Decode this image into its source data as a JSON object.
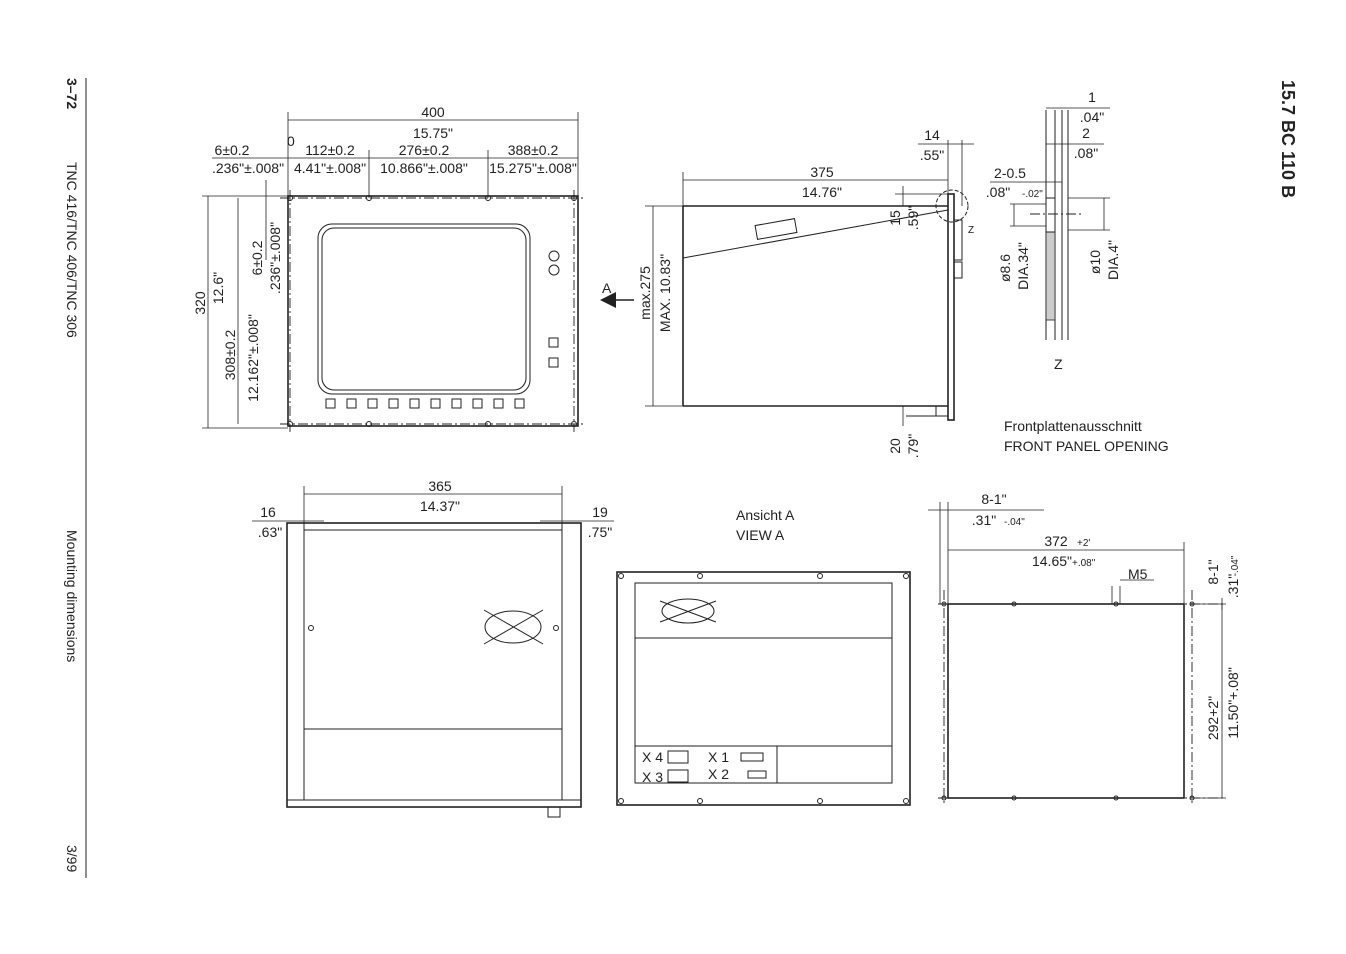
{
  "margin": {
    "page_number": "3–72",
    "manual_title": "TNC 416/TNC 406/TNC 306",
    "section_label": "Mounting dimensions",
    "date": "3/99",
    "heading": "15.7 BC 110 B"
  },
  "front_view": {
    "width_mm": "400",
    "width_in": "15.75\"",
    "origin": "0",
    "off1_mm": "6±0.2",
    "off1_in": ".236\"±.008\"",
    "h1_mm": "112±0.2",
    "h1_in": "4.41\"±.008\"",
    "h2_mm": "276±0.2",
    "h2_in": "10.866\"±.008\"",
    "h3_mm": "388±0.2",
    "h3_in": "15.275\"±.008\"",
    "height_mm": "320",
    "height_in": "12.6\"",
    "vhole_mm": "308±0.2",
    "vhole_in": "12.162\"±.008\"",
    "voff_mm": "6±0.2",
    "voff_in": ".236\"±.008\""
  },
  "side_view": {
    "arrow_label": "A",
    "depth_mm": "375",
    "depth_in": "14.76\"",
    "panel_mm": "14",
    "panel_in": ".55\"",
    "height_label_mm": "max.275",
    "height_label_in": "MAX. 10.83\"",
    "top_mm": "15",
    "top_in": ".59\"",
    "bottom_mm": "20",
    "bottom_in": ".79\"",
    "detail_marker": "Z"
  },
  "detail_z": {
    "d1_mm": "1",
    "d1_in": ".04\"",
    "d2_mm": "2",
    "d2_in": ".08\"",
    "d3_mm": "2-0.5",
    "d3_in": ".08\"",
    "d3_in_tol": "-.02\"",
    "dia1_mm": "ø8.6",
    "dia1_in": "DIA.34\"",
    "dia2_mm": "ø10",
    "dia2_in": "DIA.4\"",
    "label": "Z"
  },
  "front_panel_caption": {
    "de": "Frontplattenausschnitt",
    "en": "FRONT PANEL OPENING"
  },
  "top_view": {
    "width_mm": "365",
    "width_in": "14.37\"",
    "left_mm": "16",
    "left_in": ".63\"",
    "right_mm": "19",
    "right_in": ".75\""
  },
  "view_a": {
    "title_de": "Ansicht A",
    "title_en": "VIEW A",
    "x4": "X 4",
    "x3": "X 3",
    "x1": "X 1",
    "x2": "X 2"
  },
  "panel_opening": {
    "edge_mm": "8-1\"",
    "edge_in": ".31\"",
    "edge_in_tol": "-.04\"",
    "width_mm": "372",
    "width_mm_tol": "+2'",
    "width_in": "14.65\"",
    "width_in_tol": "+.08\"",
    "thread": "M5",
    "vedge_mm": "8-1\"",
    "vedge_in": ".31\"",
    "vedge_in_tol": "-.04\"",
    "height_mm": "292+2\"",
    "height_in": "11.50\"+.08\""
  }
}
